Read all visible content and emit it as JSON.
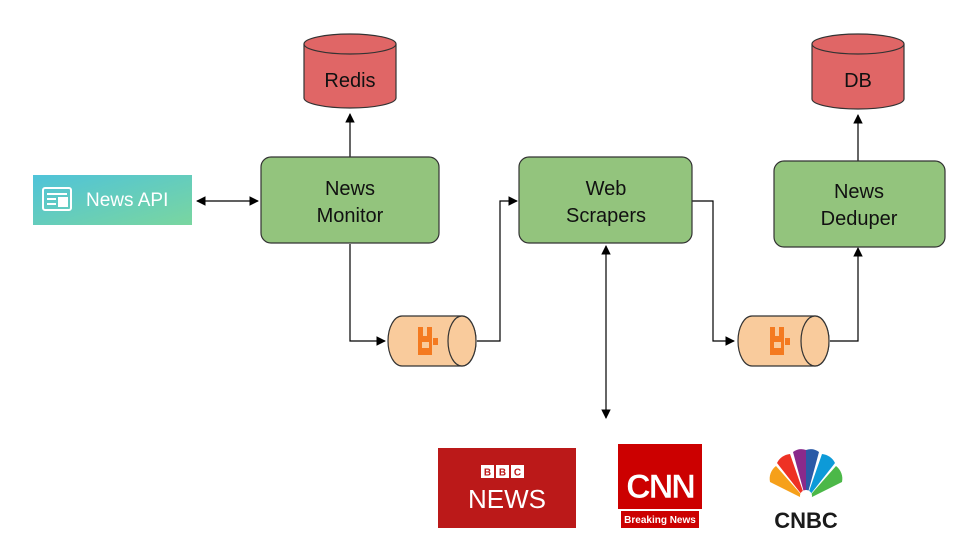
{
  "colors": {
    "node_fill": "#93c47d",
    "node_stroke": "#333333",
    "db_fill": "#e06666",
    "db_top": "#ea8a8a",
    "queue_fill": "#f9cb9c",
    "queue_stroke": "#333333",
    "rabbit_orange": "#f47a20",
    "bbc_red": "#bb1919",
    "cnn_red": "#cc0000",
    "news_api_teal": "#5fd0b0"
  },
  "nodes": {
    "news_monitor": {
      "line1": "News",
      "line2": "Monitor"
    },
    "web_scrapers": {
      "line1": "Web",
      "line2": "Scrapers"
    },
    "news_deduper": {
      "line1": "News",
      "line2": "Deduper"
    }
  },
  "stores": {
    "redis": "Redis",
    "db": "DB"
  },
  "queues": [
    {
      "icon": "rabbitmq-icon"
    },
    {
      "icon": "rabbitmq-icon"
    }
  ],
  "external": {
    "news_api": {
      "label": "News API",
      "icon": "newspaper-icon"
    },
    "bbc": {
      "top": "BBC",
      "bottom": "NEWS"
    },
    "cnn": {
      "logo": "CNN",
      "tagline": "Breaking News"
    },
    "cnbc": {
      "logo": "CNBC",
      "icon": "peacock-icon"
    }
  }
}
